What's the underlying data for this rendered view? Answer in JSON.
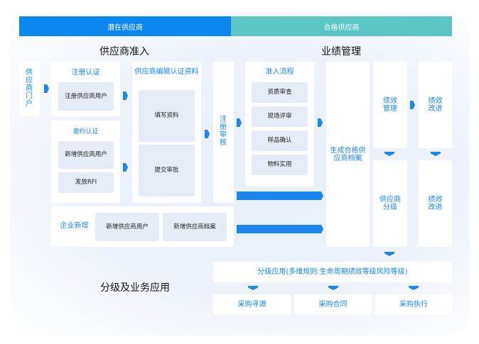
{
  "header": {
    "potential_supplier": "潜在供应商",
    "qualified_supplier": "合格供应商"
  },
  "sections": {
    "admission": "供应商准入",
    "performance": "业绩管理",
    "grading": "分级及业务应用"
  },
  "portal": {
    "label": "供应商门户"
  },
  "register_auth": {
    "title": "注册认证",
    "item": "注册供应商用户"
  },
  "invite_auth": {
    "title": "邀约认证",
    "items": [
      "新增供应商用户",
      "发放RFI"
    ]
  },
  "edit_auth": {
    "title": "供应商编辑认证资料",
    "items": [
      "填写资料",
      "提交审批"
    ]
  },
  "enterprise_add": {
    "title": "企业新增",
    "items": [
      "新增供应商用户",
      "新增供应商档案"
    ]
  },
  "register_review": {
    "label": "注册审核"
  },
  "admission_flow": {
    "title": "准入流程",
    "items": [
      "资质审查",
      "现场评审",
      "样品确认",
      "物料实用"
    ]
  },
  "generate_archive": {
    "label": "生成合格供应商档案"
  },
  "performance_mgmt": {
    "label": "绩效管理"
  },
  "performance_improve_top": {
    "label": "绩效改进"
  },
  "supplier_grading": {
    "label": "供应商分级"
  },
  "performance_improve_bottom": {
    "label": "绩效改进"
  },
  "grading_application": {
    "label": "分级应用(多维规则:生命周期绩效等级风险等级)"
  },
  "applications": [
    "采购寻源",
    "采购合同",
    "采购执行"
  ],
  "colors": {
    "primary_blue": "#0c87f0",
    "teal": "#5bc4c4",
    "text_blue": "#1a86ee",
    "inner_gray": "#e6ecf5"
  }
}
